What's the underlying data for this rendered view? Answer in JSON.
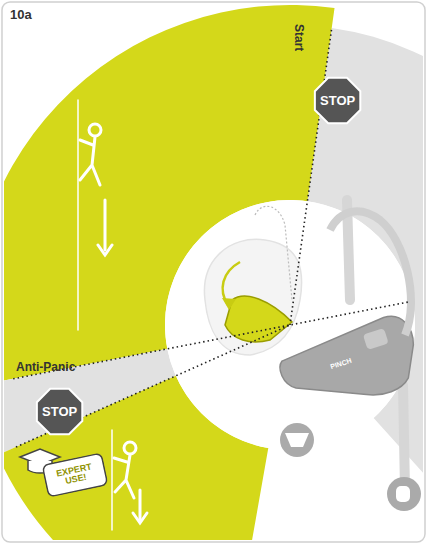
{
  "diagram": {
    "nodes": [
      {
        "text": [
          "STOP"
        ]
      },
      {
        "text": [
          "STOP"
        ]
      },
      {
        "text": [
          "EXPERT USE!"
        ]
      }
    ],
    "labels": [
      "10a",
      "Start",
      "Anti-Panic",
      "PINCH"
    ]
  }
}
